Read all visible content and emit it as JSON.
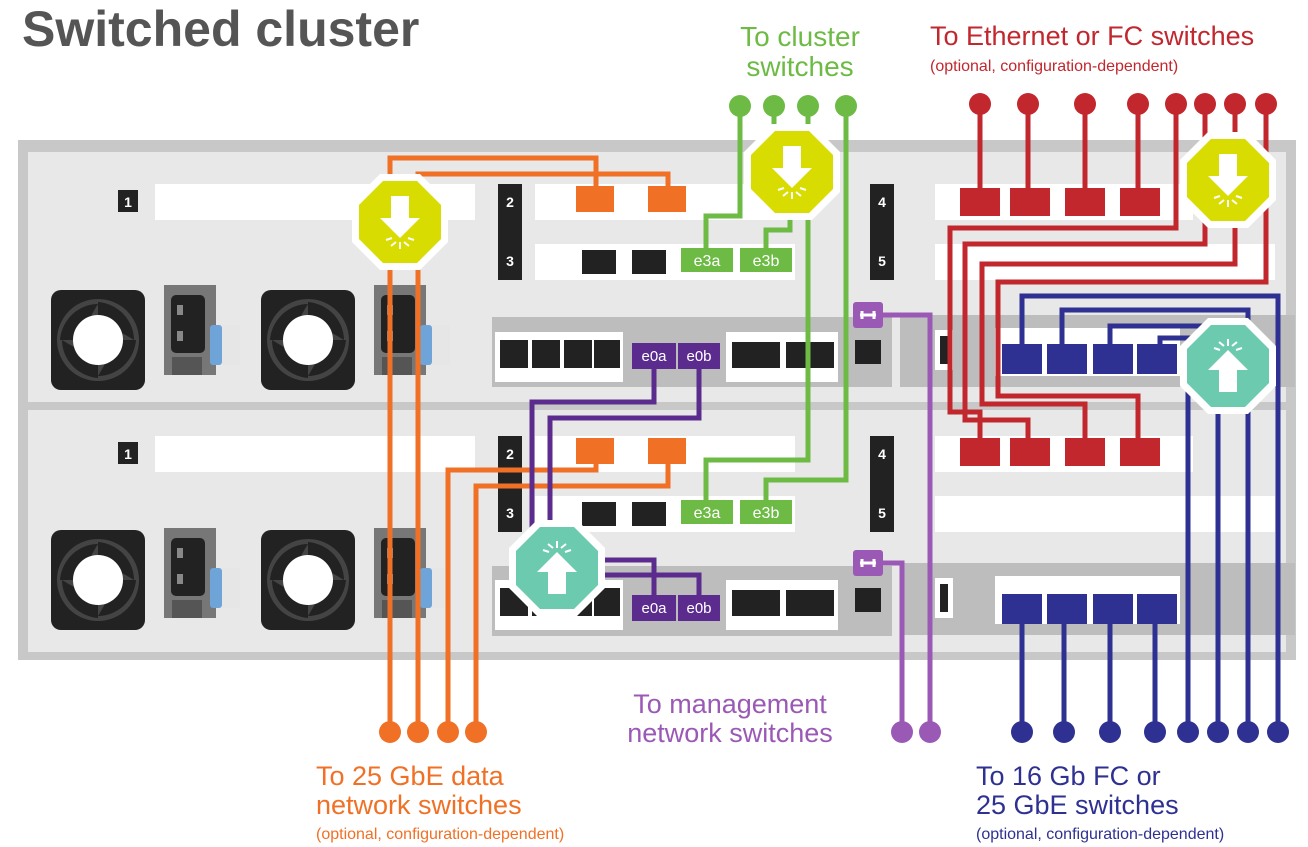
{
  "title": "Switched cluster",
  "labels": {
    "cluster_switches": [
      "To cluster",
      "switches"
    ],
    "ethernet_fc": "To Ethernet or FC switches",
    "ethernet_fc_note": "(optional, configuration-dependent)",
    "management": [
      "To management",
      "network switches"
    ],
    "data_25gbe": [
      "To 25 GbE data",
      "network switches"
    ],
    "data_25gbe_note": "(optional, configuration-dependent)",
    "fc_16gb": [
      "To 16 Gb FC or",
      "25 GbE switches"
    ],
    "fc_16gb_note": "(optional, configuration-dependent)"
  },
  "controllers": [
    {
      "name": "top",
      "slots": [
        "1",
        "2",
        "3",
        "4",
        "5"
      ],
      "cluster_ports": [
        "e3a",
        "e3b"
      ],
      "onboard_ports": [
        "e0a",
        "e0b"
      ]
    },
    {
      "name": "bottom",
      "slots": [
        "1",
        "2",
        "3",
        "4",
        "5"
      ],
      "cluster_ports": [
        "e3a",
        "e3b"
      ],
      "onboard_ports": [
        "e0a",
        "e0b"
      ]
    }
  ],
  "colors": {
    "orange": "#f07126",
    "green": "#6dbb45",
    "red": "#c1272d",
    "purple": "#9b59b6",
    "dark_purple": "#5b2c8e",
    "navy": "#2e3192",
    "yellow_badge": "#d8dc00",
    "teal_badge": "#6ccbae"
  },
  "icons": [
    "down-arrow-badge-icon",
    "up-arrow-badge-icon",
    "wrench-icon",
    "fan-icon",
    "power-socket-icon"
  ]
}
